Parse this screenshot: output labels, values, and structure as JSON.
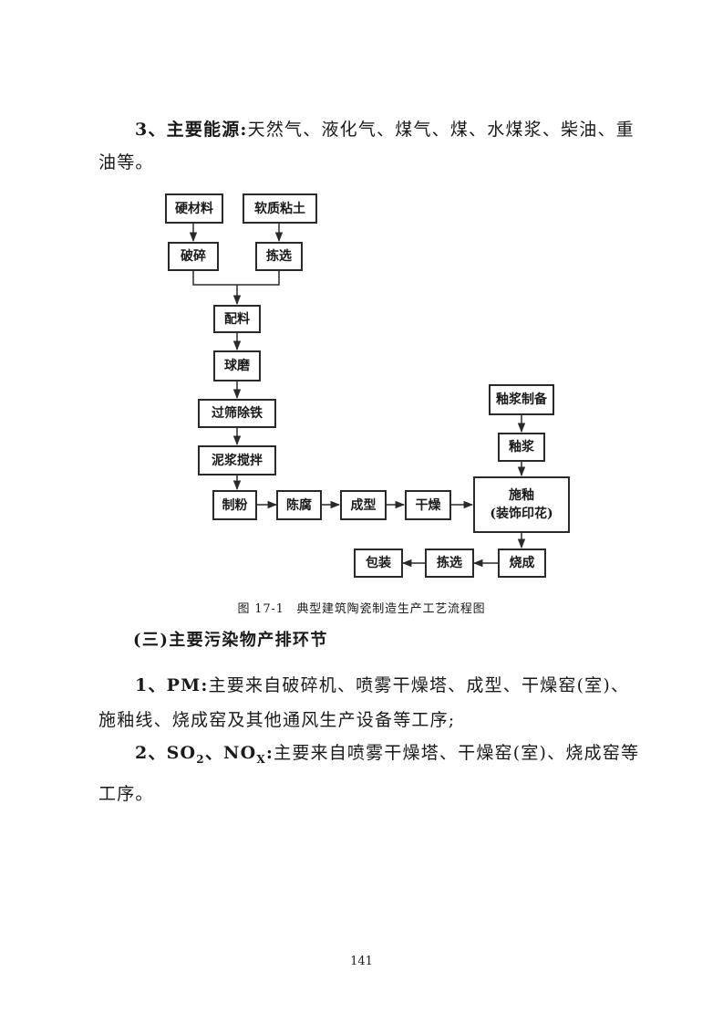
{
  "paragraph_energy": {
    "lead": "3、主要能源:",
    "text": "天然气、液化气、煤气、煤、水煤浆、柴油、重油等。"
  },
  "flowchart": {
    "nodes": {
      "hard_material": "硬材料",
      "soft_clay": "软质粘土",
      "crushing": "破碎",
      "sorting": "拣选",
      "batching": "配料",
      "ball_milling": "球磨",
      "sieving_iron_removal": "过筛除铁",
      "slurry_stirring": "泥浆搅拌",
      "powder_making": "制粉",
      "aging": "陈腐",
      "forming": "成型",
      "drying": "干燥",
      "glaze_preparation": "釉浆制备",
      "glaze_slurry": "釉浆",
      "glazing_line1": "施釉",
      "glazing_line2": "(装饰印花)",
      "firing": "烧成",
      "picking": "拣选",
      "packaging": "包装"
    },
    "caption": "图 17-1　典型建筑陶瓷制造生产工艺流程图"
  },
  "section_heading": "(三)主要污染物产排环节",
  "paragraph_pm": {
    "lead": "1、PM:",
    "text": "主要来自破碎机、喷雾干燥塔、成型、干燥窑(室)、施釉线、烧成窑及其他通风生产设备等工序;"
  },
  "paragraph_so2_nox": {
    "lead_so": "2、SO",
    "lead_sub2": "2",
    "lead_mid": "、NO",
    "lead_subx": "X",
    "lead_colon": ":",
    "text": "主要来自喷雾干燥塔、干燥窑(室)、烧成窑等工序。"
  },
  "page_number": "141"
}
